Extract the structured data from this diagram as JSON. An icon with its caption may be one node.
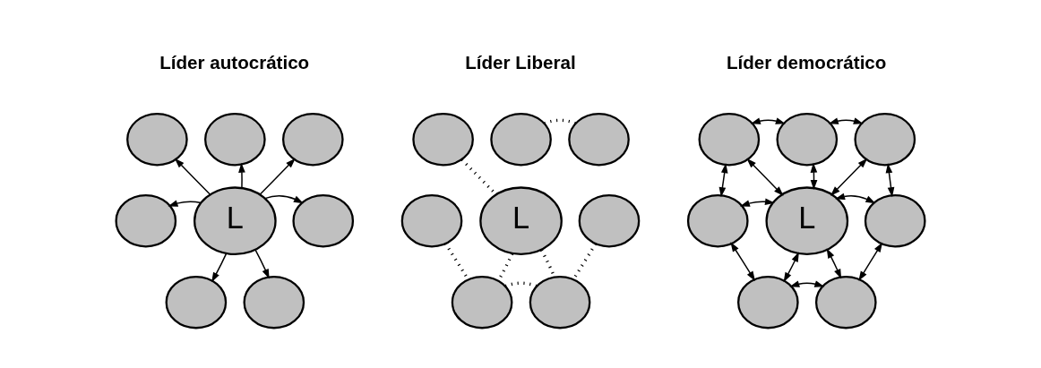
{
  "diagram": {
    "nodes": [
      {
        "text": [
          "L"
        ]
      },
      {
        "text": [],
        "shape": "circle"
      },
      {
        "text": [],
        "shape": "circle"
      },
      {
        "text": [],
        "shape": "circle"
      },
      {
        "text": [],
        "shape": "circle"
      },
      {
        "text": [],
        "shape": "circle"
      },
      {
        "text": [],
        "shape": "circle"
      },
      {
        "text": [],
        "shape": "circle"
      },
      {
        "text": [
          "L"
        ]
      },
      {
        "text": [],
        "shape": "circle"
      },
      {
        "text": [],
        "shape": "circle"
      },
      {
        "text": [],
        "shape": "circle"
      },
      {
        "text": [],
        "shape": "circle"
      },
      {
        "text": [],
        "shape": "circle"
      },
      {
        "text": [],
        "shape": "circle"
      },
      {
        "text": [],
        "shape": "circle"
      },
      {
        "text": [
          "L"
        ]
      },
      {
        "text": [],
        "shape": "circle"
      },
      {
        "text": [],
        "shape": "circle"
      },
      {
        "text": [],
        "shape": "circle"
      },
      {
        "text": [],
        "shape": "circle"
      },
      {
        "text": [],
        "shape": "circle"
      },
      {
        "text": [],
        "shape": "circle"
      },
      {
        "text": [],
        "shape": "circle"
      }
    ],
    "edges": [
      {
        "from": 0,
        "to": 1,
        "arrow": "to"
      },
      {
        "from": 0,
        "to": 2,
        "arrow": "to"
      },
      {
        "from": 0,
        "to": 3,
        "arrow": "to"
      },
      {
        "from": 0,
        "to": 4,
        "arrow": "to"
      },
      {
        "from": 0,
        "to": 5,
        "arrow": "to"
      },
      {
        "from": 0,
        "to": 6,
        "arrow": "to"
      },
      {
        "from": 0,
        "to": 7,
        "arrow": "to"
      },
      {
        "from": 9,
        "to": 11,
        "arrow": "none",
        "style": "dashed"
      },
      {
        "from": 10,
        "to": 8,
        "arrow": "none",
        "style": "dashed"
      },
      {
        "from": 12,
        "to": 14,
        "arrow": "none",
        "style": "dashed"
      },
      {
        "from": 8,
        "to": 14,
        "arrow": "none",
        "style": "dashed"
      },
      {
        "from": 8,
        "to": 15,
        "arrow": "none",
        "style": "dashed"
      },
      {
        "from": 13,
        "to": 15,
        "arrow": "none",
        "style": "dashed"
      },
      {
        "from": 14,
        "to": 15,
        "arrow": "none",
        "style": "dashed"
      },
      {
        "from": 17,
        "to": 18,
        "arrow": "both"
      },
      {
        "from": 17,
        "to": 19,
        "arrow": "both"
      },
      {
        "from": 17,
        "to": 16,
        "arrow": "both"
      },
      {
        "from": 18,
        "to": 16,
        "arrow": "both"
      },
      {
        "from": 19,
        "to": 16,
        "arrow": "both"
      },
      {
        "from": 18,
        "to": 20,
        "arrow": "both"
      },
      {
        "from": 19,
        "to": 21,
        "arrow": "both"
      },
      {
        "from": 20,
        "to": 16,
        "arrow": "both"
      },
      {
        "from": 16,
        "to": 21,
        "arrow": "both"
      },
      {
        "from": 20,
        "to": 22,
        "arrow": "both"
      },
      {
        "from": 16,
        "to": 22,
        "arrow": "both"
      },
      {
        "from": 16,
        "to": 23,
        "arrow": "both"
      },
      {
        "from": 21,
        "to": 23,
        "arrow": "both"
      },
      {
        "from": 22,
        "to": 23,
        "arrow": "both"
      }
    ],
    "labels": [
      "Líder autocrático",
      "Líder Liberal",
      "Líder democrático"
    ]
  }
}
